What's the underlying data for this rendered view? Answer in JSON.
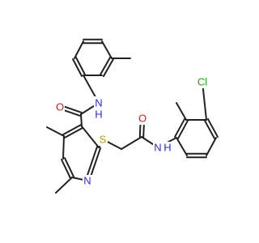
{
  "colors": {
    "bond": "#222222",
    "N": "#2b2bd6",
    "O": "#e01a1a",
    "S": "#b3a000",
    "Cl": "#1fa31f",
    "background": "#ffffff"
  },
  "labels": {
    "amide_n_top": "N",
    "amide_h_top": "H",
    "carbonyl_o_top": "O",
    "sulfur": "S",
    "carbonyl_o_right": "O",
    "amide_n_right": "N",
    "amide_h_right": "H",
    "ring_n": "N",
    "chlorine": "Cl"
  }
}
